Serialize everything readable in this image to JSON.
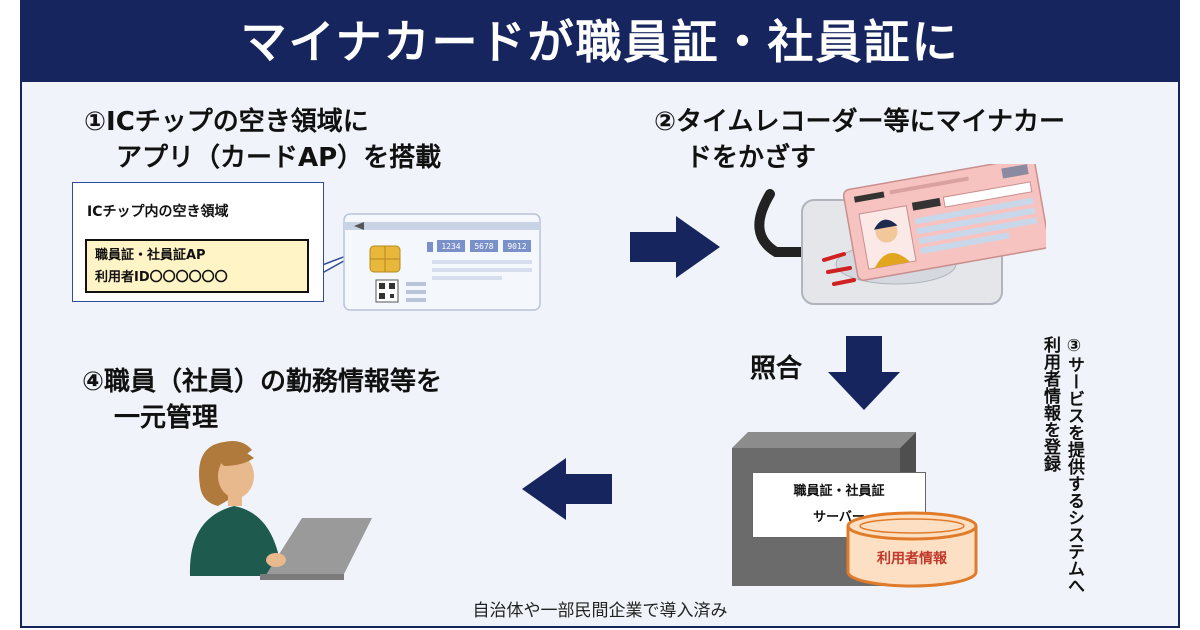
{
  "title": "マイナカードが職員証・社員証に",
  "steps": {
    "step1_line1": "①ICチップの空き領域に",
    "step1_line2": "アプリ（カードAP）を搭載",
    "step2_line1": "②タイムレコーダー等にマイナカー",
    "step2_line2": "ドをかざす",
    "step3": "③サービスを提供するシステムへ利用者情報を登録",
    "step4_line1": "④職員（社員）の勤務情報等を",
    "step4_line2": "一元管理"
  },
  "callout": {
    "title": "ICチップ内の空き領域",
    "line1": "職員証・社員証AP",
    "line2": "利用者ID〇〇〇〇〇〇"
  },
  "card_numbers": [
    "1234",
    "5678",
    "9012"
  ],
  "match_label": "照合",
  "server": {
    "line1": "職員証・社員証",
    "line2": "サーバー"
  },
  "database_label": "利用者情報",
  "footer": "自治体や一部民間企業で導入済み",
  "colors": {
    "navy": "#17255e",
    "background": "#f0f4fa",
    "callout_fill": "#fff4c6",
    "database_fill": "#fde0c4",
    "database_text": "#c0392b",
    "server_gray": "#6b6b6b"
  }
}
